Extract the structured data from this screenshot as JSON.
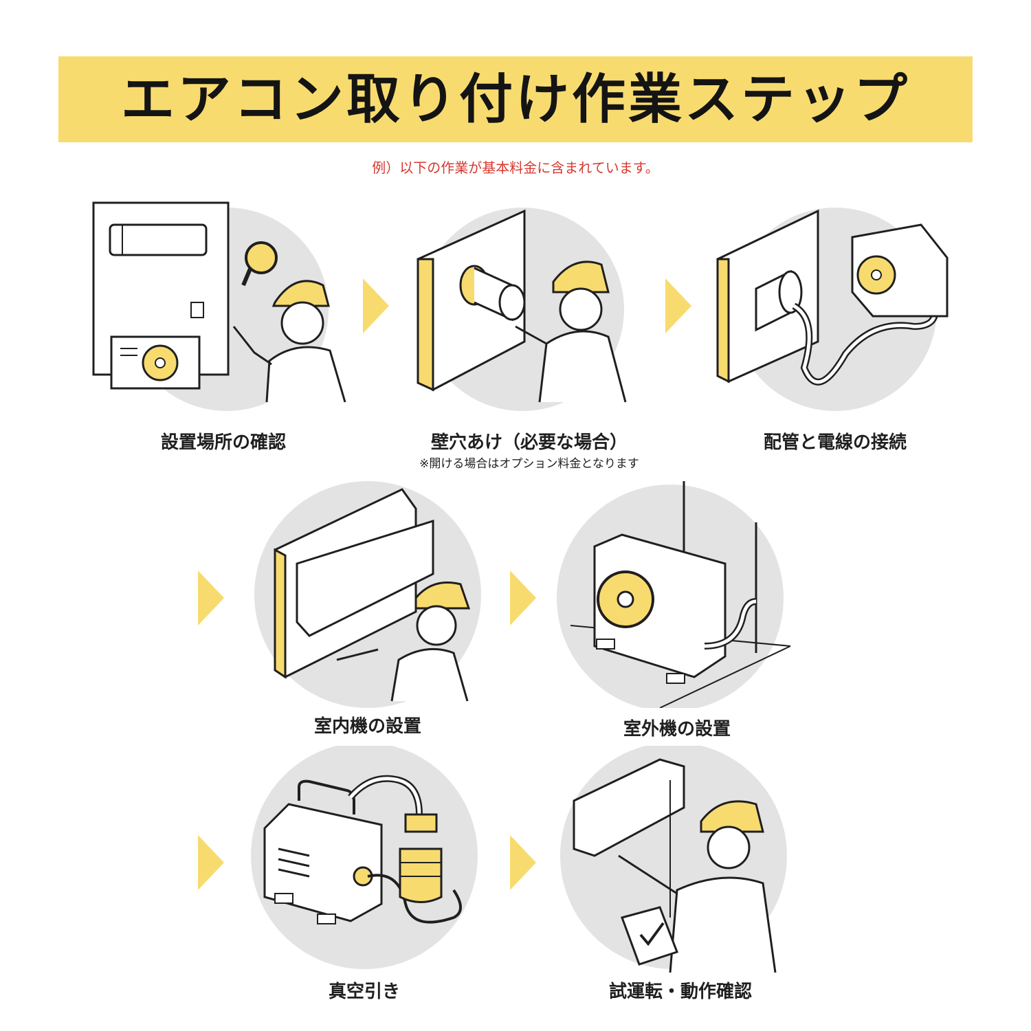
{
  "title": "エアコン取り付け作業ステップ",
  "note": "例）以下の作業が基本料金に含まれています。",
  "colors": {
    "accent": "#f8db6f",
    "circle": "#e3e3e3",
    "note": "#d8382e",
    "line": "#1f1f1f"
  },
  "steps": [
    {
      "label": "設置場所の確認",
      "icon": "inspection-icon"
    },
    {
      "label": "壁穴あけ（必要な場合）",
      "sub": "※開ける場合はオプション料金となります",
      "icon": "wall-drilling-icon"
    },
    {
      "label": "配管と電線の接続",
      "icon": "pipe-connection-icon"
    },
    {
      "label": "室内機の設置",
      "icon": "indoor-unit-icon"
    },
    {
      "label": "室外機の設置",
      "icon": "outdoor-unit-icon"
    },
    {
      "label": "真空引き",
      "icon": "vacuum-pump-icon"
    },
    {
      "label": "試運転・動作確認",
      "icon": "test-run-icon"
    }
  ]
}
